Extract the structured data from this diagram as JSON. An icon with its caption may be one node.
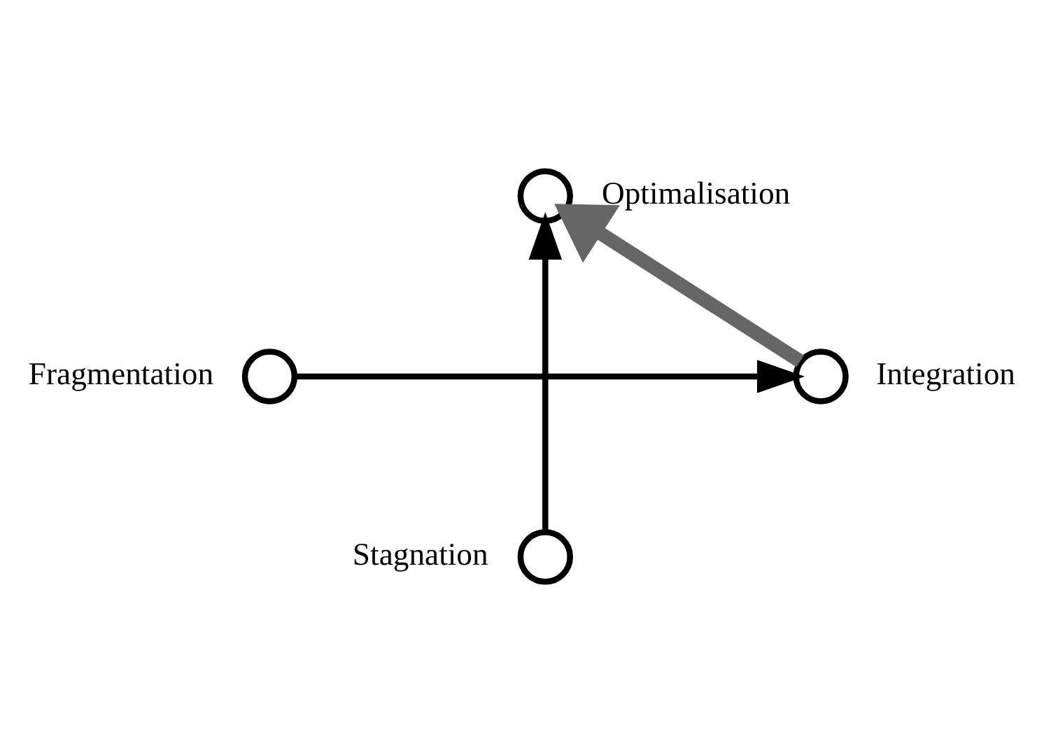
{
  "diagram": {
    "nodes": [
      {
        "text": [],
        "shape": "circle",
        "beside": [
          "Optimalisation"
        ]
      },
      {
        "text": [],
        "shape": "circle",
        "beside": [
          "Fragmentation"
        ]
      },
      {
        "text": [],
        "shape": "circle",
        "beside": [
          "Integration"
        ]
      },
      {
        "text": [],
        "shape": "circle",
        "beside": [
          "Stagnation"
        ]
      }
    ],
    "edges": [
      {
        "from": 1,
        "to": 2,
        "arrow": "to"
      },
      {
        "from": 3,
        "to": 0,
        "arrow": "to"
      },
      {
        "from": 2,
        "to": 0,
        "arrow": "to",
        "style": "thick",
        "color": "#666666"
      }
    ]
  }
}
